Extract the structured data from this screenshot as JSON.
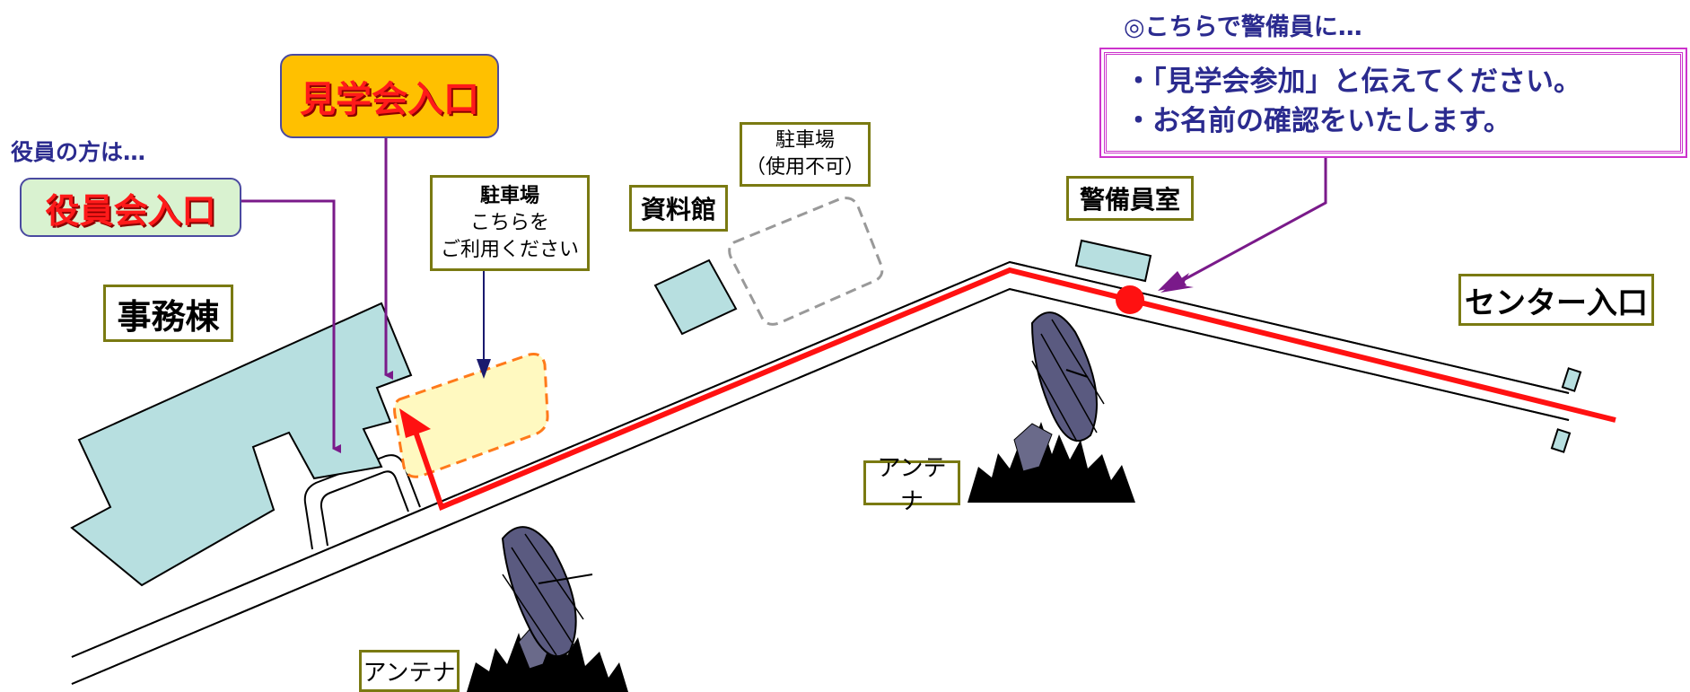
{
  "colors": {
    "building": "#b7dfe0",
    "route": "#ff1111",
    "arrow_purple": "#7a1a8a",
    "arrow_navy": "#1a1a6e",
    "parking_fill": "#fff9c0",
    "parking_border": "#ff7a1a",
    "label_border": "#7a7a12",
    "notice_text": "#2b2b8f",
    "notice_border": "#cc33cc"
  },
  "notice": {
    "title": "◎こちらで警備員に…",
    "line1": "・「見学会参加」と伝えてください。",
    "line2": "・お名前の確認をいたします。"
  },
  "entrances": {
    "tour": "見学会入口",
    "exec_note": "役員の方は…",
    "exec": "役員会入口",
    "center": "センター入口"
  },
  "labels": {
    "office": "事務棟",
    "archive": "資料館",
    "guard": "警備員室",
    "antenna": "アンテナ"
  },
  "parking_use": {
    "title": "駐車場",
    "line1": "こちらを",
    "line2": "ご利用ください"
  },
  "parking_closed": {
    "title": "駐車場",
    "line1": "（使用不可）"
  },
  "icons": [
    "satellite-dish-icon",
    "checkpoint-marker-icon"
  ]
}
